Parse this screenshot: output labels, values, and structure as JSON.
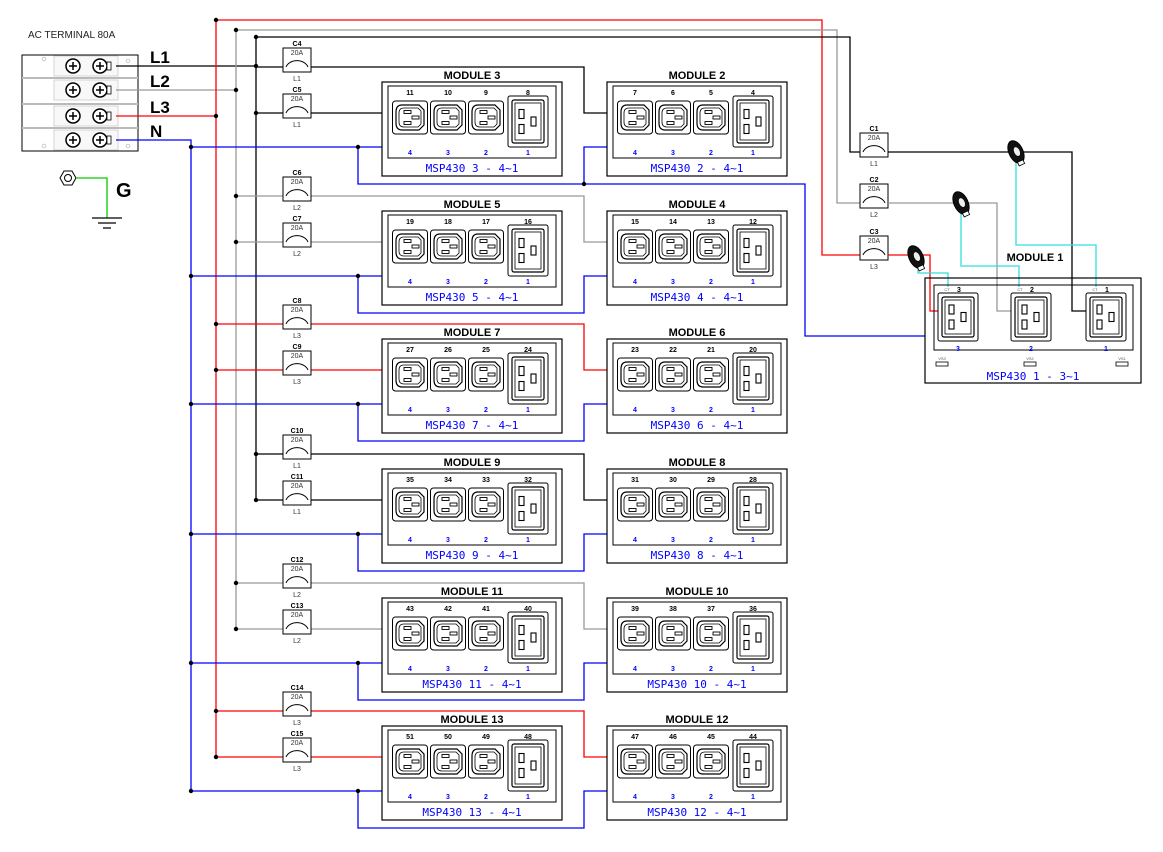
{
  "terminal": {
    "title": "AC TERMINAL 80A",
    "lines": [
      "L1",
      "L2",
      "L3",
      "N"
    ],
    "ground": "G"
  },
  "wire_colors": {
    "L1": "#000000",
    "L2": "#999999",
    "L3": "#ff0000",
    "N": "#0000ff",
    "CT": "#33dddd",
    "ground": "#00cc00",
    "label_blue": "#0000ff"
  },
  "breakers": [
    {
      "id": "C1",
      "rating": "20A",
      "phase": "L1"
    },
    {
      "id": "C2",
      "rating": "20A",
      "phase": "L2"
    },
    {
      "id": "C3",
      "rating": "20A",
      "phase": "L3"
    },
    {
      "id": "C4",
      "rating": "20A",
      "phase": "L1"
    },
    {
      "id": "C5",
      "rating": "20A",
      "phase": "L1"
    },
    {
      "id": "C6",
      "rating": "20A",
      "phase": "L2"
    },
    {
      "id": "C7",
      "rating": "20A",
      "phase": "L2"
    },
    {
      "id": "C8",
      "rating": "20A",
      "phase": "L3"
    },
    {
      "id": "C9",
      "rating": "20A",
      "phase": "L3"
    },
    {
      "id": "C10",
      "rating": "20A",
      "phase": "L1"
    },
    {
      "id": "C11",
      "rating": "20A",
      "phase": "L1"
    },
    {
      "id": "C12",
      "rating": "20A",
      "phase": "L2"
    },
    {
      "id": "C13",
      "rating": "20A",
      "phase": "L2"
    },
    {
      "id": "C14",
      "rating": "20A",
      "phase": "L3"
    },
    {
      "id": "C15",
      "rating": "20A",
      "phase": "L3"
    }
  ],
  "modules": [
    {
      "title": "MODULE 1",
      "outlets": [
        "3",
        "2",
        "1"
      ],
      "channels": [
        "3",
        "2",
        "1"
      ],
      "ct_labels": [
        "CT",
        "CT",
        "CT"
      ],
      "vs_labels": [
        "VS3",
        "VS2",
        "VS1"
      ],
      "label": "MSP430 1 - 3~1"
    },
    {
      "title": "MODULE 2",
      "outlets": [
        "7",
        "6",
        "5",
        "4"
      ],
      "channels": [
        "4",
        "3",
        "2",
        "1"
      ],
      "label": "MSP430 2 - 4~1"
    },
    {
      "title": "MODULE 3",
      "outlets": [
        "11",
        "10",
        "9",
        "8"
      ],
      "channels": [
        "4",
        "3",
        "2",
        "1"
      ],
      "label": "MSP430 3 - 4~1"
    },
    {
      "title": "MODULE 4",
      "outlets": [
        "15",
        "14",
        "13",
        "12"
      ],
      "channels": [
        "4",
        "3",
        "2",
        "1"
      ],
      "label": "MSP430 4 - 4~1"
    },
    {
      "title": "MODULE 5",
      "outlets": [
        "19",
        "18",
        "17",
        "16"
      ],
      "channels": [
        "4",
        "3",
        "2",
        "1"
      ],
      "label": "MSP430 5 - 4~1"
    },
    {
      "title": "MODULE 6",
      "outlets": [
        "23",
        "22",
        "21",
        "20"
      ],
      "channels": [
        "4",
        "3",
        "2",
        "1"
      ],
      "label": "MSP430 6 - 4~1"
    },
    {
      "title": "MODULE 7",
      "outlets": [
        "27",
        "26",
        "25",
        "24"
      ],
      "channels": [
        "4",
        "3",
        "2",
        "1"
      ],
      "label": "MSP430 7 - 4~1"
    },
    {
      "title": "MODULE 8",
      "outlets": [
        "31",
        "30",
        "29",
        "28"
      ],
      "channels": [
        "4",
        "3",
        "2",
        "1"
      ],
      "label": "MSP430 8 - 4~1"
    },
    {
      "title": "MODULE 9",
      "outlets": [
        "35",
        "34",
        "33",
        "32"
      ],
      "channels": [
        "4",
        "3",
        "2",
        "1"
      ],
      "label": "MSP430 9 - 4~1"
    },
    {
      "title": "MODULE 10",
      "outlets": [
        "39",
        "38",
        "37",
        "36"
      ],
      "channels": [
        "4",
        "3",
        "2",
        "1"
      ],
      "label": "MSP430 10 - 4~1"
    },
    {
      "title": "MODULE 11",
      "outlets": [
        "43",
        "42",
        "41",
        "40"
      ],
      "channels": [
        "4",
        "3",
        "2",
        "1"
      ],
      "label": "MSP430 11 - 4~1"
    },
    {
      "title": "MODULE 12",
      "outlets": [
        "47",
        "46",
        "45",
        "44"
      ],
      "channels": [
        "4",
        "3",
        "2",
        "1"
      ],
      "label": "MSP430 12 - 4~1"
    },
    {
      "title": "MODULE 13",
      "outlets": [
        "51",
        "50",
        "49",
        "48"
      ],
      "channels": [
        "4",
        "3",
        "2",
        "1"
      ],
      "label": "MSP430 13 - 4~1"
    }
  ]
}
